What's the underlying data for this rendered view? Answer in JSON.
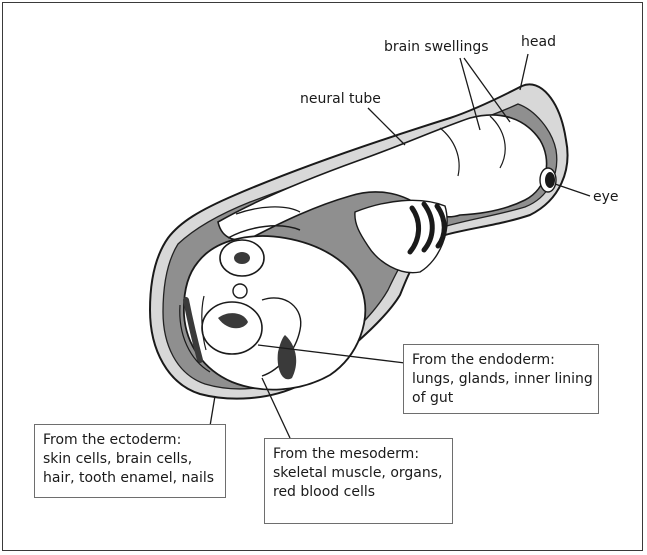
{
  "labels": {
    "brain_swellings": "brain swellings",
    "head": "head",
    "neural_tube": "neural tube",
    "eye": "eye"
  },
  "boxes": {
    "endoderm": {
      "title": "From the endoderm:",
      "line1": "lungs, glands, inner lining",
      "line2": "of gut"
    },
    "ectoderm": {
      "title": "From the ectoderm:",
      "line1": "skin cells, brain cells,",
      "line2": "hair, tooth enamel, nails"
    },
    "mesoderm": {
      "title": "From the mesoderm:",
      "line1": "skeletal muscle, organs,",
      "line2": "red blood cells"
    }
  },
  "colors": {
    "outer_layer": "#d6d6d6",
    "inner_cavity": "#8c8c8c",
    "dark_tissue": "#3a3a3a",
    "outline": "#1a1a1a"
  }
}
